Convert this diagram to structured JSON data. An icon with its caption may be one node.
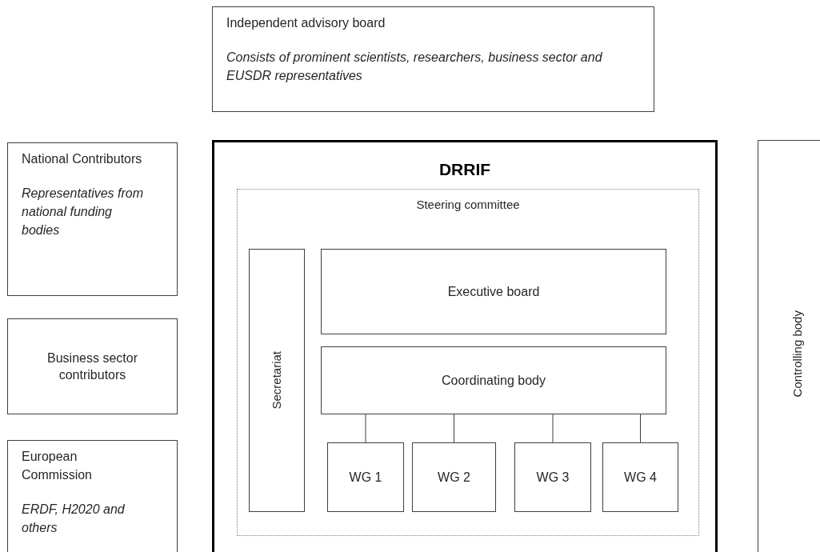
{
  "diagram": {
    "nodes": [
      {
        "text": [
          "Independent advisory board",
          "Consists of prominent scientists, researchers, business sector and EUSDR representatives"
        ]
      },
      {
        "text": [
          "National Contributors",
          "Representatives from national funding bodies"
        ]
      },
      {
        "text": [
          "Business sector contributors"
        ]
      },
      {
        "text": [
          "European Commission",
          "ERDF, H2020 and others"
        ]
      },
      {
        "text": [
          "DRRIF"
        ]
      },
      {
        "text": [
          "Steering committee"
        ],
        "in": 4
      },
      {
        "text": [
          "Secretariat"
        ],
        "in": 5
      },
      {
        "text": [
          "Executive board"
        ],
        "in": 5
      },
      {
        "text": [
          "Coordinating body"
        ],
        "in": 5
      },
      {
        "text": [
          "WG 1"
        ],
        "in": 5
      },
      {
        "text": [
          "WG 2"
        ],
        "in": 5
      },
      {
        "text": [
          "WG 3"
        ],
        "in": 5
      },
      {
        "text": [
          "WG 4"
        ],
        "in": 5
      },
      {
        "text": [
          "Controlling body"
        ]
      }
    ],
    "edges": [
      {
        "from": 8,
        "to": 9,
        "arrow": "none"
      },
      {
        "from": 8,
        "to": 10,
        "arrow": "none"
      },
      {
        "from": 8,
        "to": 11,
        "arrow": "none"
      },
      {
        "from": 8,
        "to": 12,
        "arrow": "none"
      }
    ]
  }
}
